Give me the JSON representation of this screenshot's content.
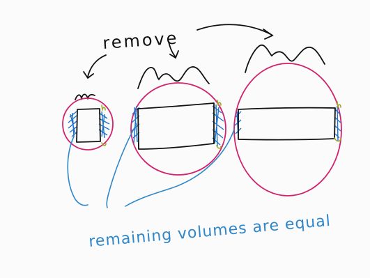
{
  "annotations": {
    "remove_label": "remove",
    "bottom_caption": "remaining volumes are equal",
    "height_marker": "h"
  },
  "colors": {
    "ink": "#111111",
    "circle": "#d1226e",
    "caption": "#2f86c9",
    "shading": "#1e73c8",
    "marker": "#9cab2a",
    "paper": "#fbfbfb"
  }
}
